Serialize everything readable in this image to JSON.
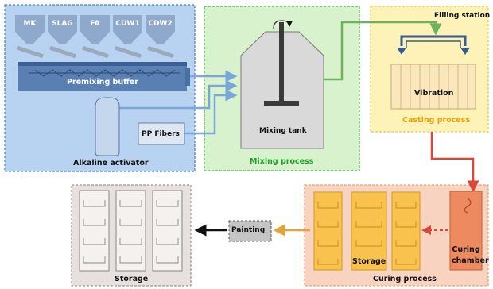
{
  "sections": {
    "premix": {
      "hoppers": [
        "MK",
        "SLAG",
        "FA",
        "CDW1",
        "CDW2"
      ],
      "buffer_label": "Premixing buffer",
      "activator_label": "Alkaline activator",
      "fibers_label": "PP Fibers"
    },
    "mixing": {
      "tank_label": "Mixing tank",
      "caption": "Mixing process"
    },
    "casting": {
      "station_label": "Filling station",
      "vibration_label": "Vibration",
      "caption": "Casting process"
    },
    "curing": {
      "storage_label": "Storage",
      "chamber_label": "Curing chamber",
      "caption": "Curing process"
    },
    "painting": {
      "label": "Painting"
    },
    "final_storage": {
      "caption": "Storage"
    }
  },
  "colors": {
    "premix_bg": "#b8d3f2",
    "premix_border": "#4a7fc0",
    "mixing_bg": "#d7f2cc",
    "mixing_border": "#4caf50",
    "mixing_caption": "#1e9e2a",
    "casting_bg": "#fdf3b8",
    "casting_border": "#f2c744",
    "casting_caption": "#f0a000",
    "curing_bg": "#f8d3bf",
    "curing_border": "#f0a070",
    "storage_bg": "#e6e1de",
    "storage_border": "#a09590",
    "blue_pipe": "#7aa7d9",
    "green_pipe": "#6db35b",
    "red_pipe": "#d9473b",
    "gold_pipe": "#e3a437"
  }
}
